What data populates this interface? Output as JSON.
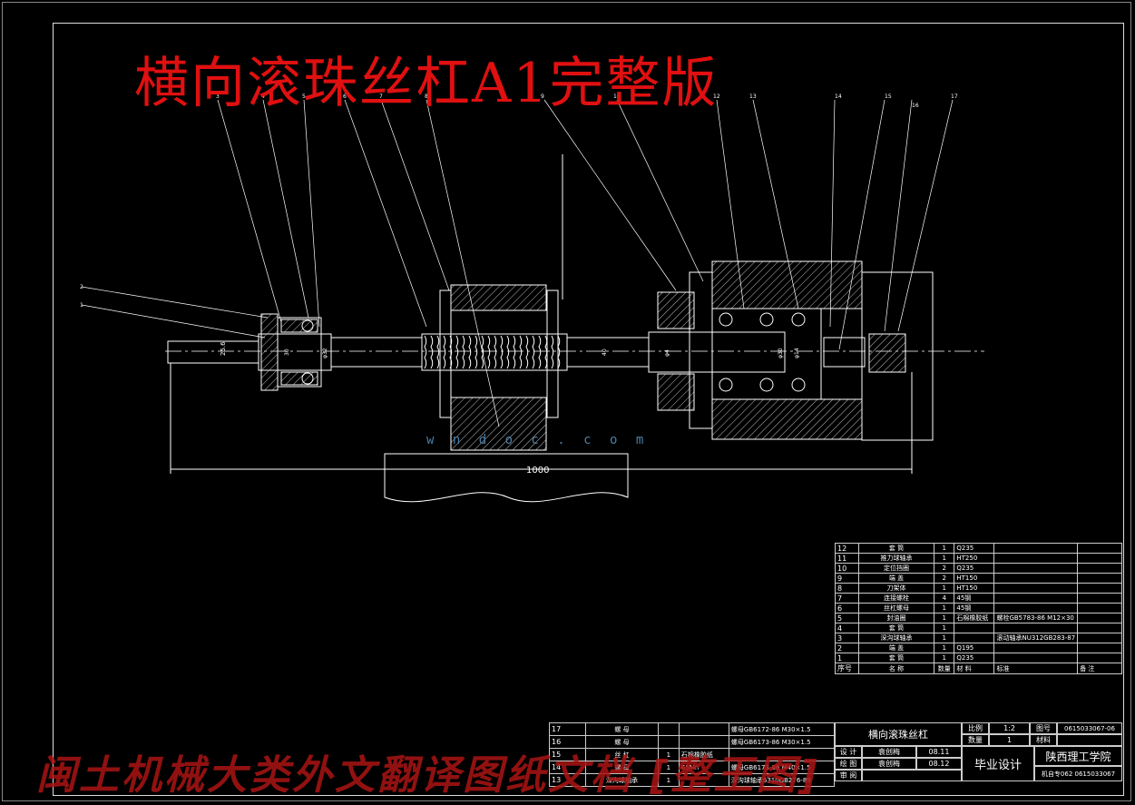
{
  "overlay_title": "横向滚珠丝杠A1完整版",
  "watermark_text": "闽土机械大类外文翻译图纸文档 [整王图]",
  "watermark_site": "w   n d o c . c o m",
  "dimensions": {
    "overall_length": "1000",
    "dia_left": "25.6",
    "dia_a": "30",
    "dia_b": "φ32",
    "dia_screw": "40",
    "dia_c": "φ4",
    "dia_d": "φ30",
    "dia_e": "φ14"
  },
  "leader_numbers": [
    "1",
    "2",
    "3",
    "4",
    "5",
    "6",
    "7",
    "8",
    "9",
    "10",
    "12",
    "13",
    "14",
    "15",
    "16",
    "17"
  ],
  "parts_header": [
    "序号",
    "名  称",
    "数量",
    "材  料",
    "标准",
    "备  注"
  ],
  "parts": [
    {
      "no": "12",
      "name": "套  筒",
      "qty": "1",
      "mat": "Q235",
      "std": "",
      "rem": ""
    },
    {
      "no": "11",
      "name": "推力球轴承",
      "qty": "1",
      "mat": "HT250",
      "std": "",
      "rem": ""
    },
    {
      "no": "10",
      "name": "定位挡圈",
      "qty": "2",
      "mat": "Q235",
      "std": "",
      "rem": ""
    },
    {
      "no": "9",
      "name": "端  盖",
      "qty": "2",
      "mat": "HT150",
      "std": "",
      "rem": ""
    },
    {
      "no": "8",
      "name": "刀架体",
      "qty": "1",
      "mat": "HT150",
      "std": "",
      "rem": ""
    },
    {
      "no": "7",
      "name": "连接螺栓",
      "qty": "4",
      "mat": "45钢",
      "std": "",
      "rem": ""
    },
    {
      "no": "6",
      "name": "丝杠螺母",
      "qty": "1",
      "mat": "45钢",
      "std": "",
      "rem": ""
    },
    {
      "no": "5",
      "name": "封油圈",
      "qty": "1",
      "mat": "石棉橡胶纸",
      "std": "螺栓GB5783-86 M12×30",
      "rem": ""
    },
    {
      "no": "4",
      "name": "套  筒",
      "qty": "1",
      "mat": "",
      "std": "",
      "rem": ""
    },
    {
      "no": "3",
      "name": "深沟球轴承",
      "qty": "1",
      "mat": "",
      "std": "滚动轴承NU312GB283-87",
      "rem": ""
    },
    {
      "no": "2",
      "name": "端  盖",
      "qty": "1",
      "mat": "Q195",
      "std": "",
      "rem": ""
    },
    {
      "no": "1",
      "name": "套  筒",
      "qty": "1",
      "mat": "Q235",
      "std": "",
      "rem": ""
    }
  ],
  "lower_parts": [
    {
      "no": "17",
      "name": "螺  母",
      "qty": "",
      "mat": "",
      "std": "螺母GB6172-86 M30×1.5"
    },
    {
      "no": "16",
      "name": "螺  母",
      "qty": "",
      "mat": "",
      "std": "螺母GB6173-86 M30×1.5"
    },
    {
      "no": "15",
      "name": "丝  杠",
      "qty": "1",
      "mat": "石棉橡胶纸",
      "std": ""
    },
    {
      "no": "14",
      "name": "螺  母",
      "qty": "1",
      "mat": "65Mn",
      "std": "螺母GB6173-86 M40×1.5"
    },
    {
      "no": "13",
      "name": "深沟球轴承",
      "qty": "1",
      "mat": "",
      "std": "深沟球轴承6310GB276-89"
    }
  ],
  "title_block": {
    "drawing_name": "横向滚珠丝杠",
    "scale_label": "比例",
    "scale_value": "1:2",
    "drawing_no_label": "图号",
    "drawing_no": "0615033067-06",
    "qty_label": "数量",
    "qty_value": "1",
    "material_label": "材料",
    "design_label": "设  计",
    "design_name": "袁创梅",
    "design_date": "08.11",
    "draw_label": "绘  图",
    "draw_name": "袁创梅",
    "draw_date": "08.12",
    "review_label": "审  阅",
    "project": "毕业设计",
    "school": "陕西理工学院",
    "class_info": "机自专062 0615033067"
  }
}
